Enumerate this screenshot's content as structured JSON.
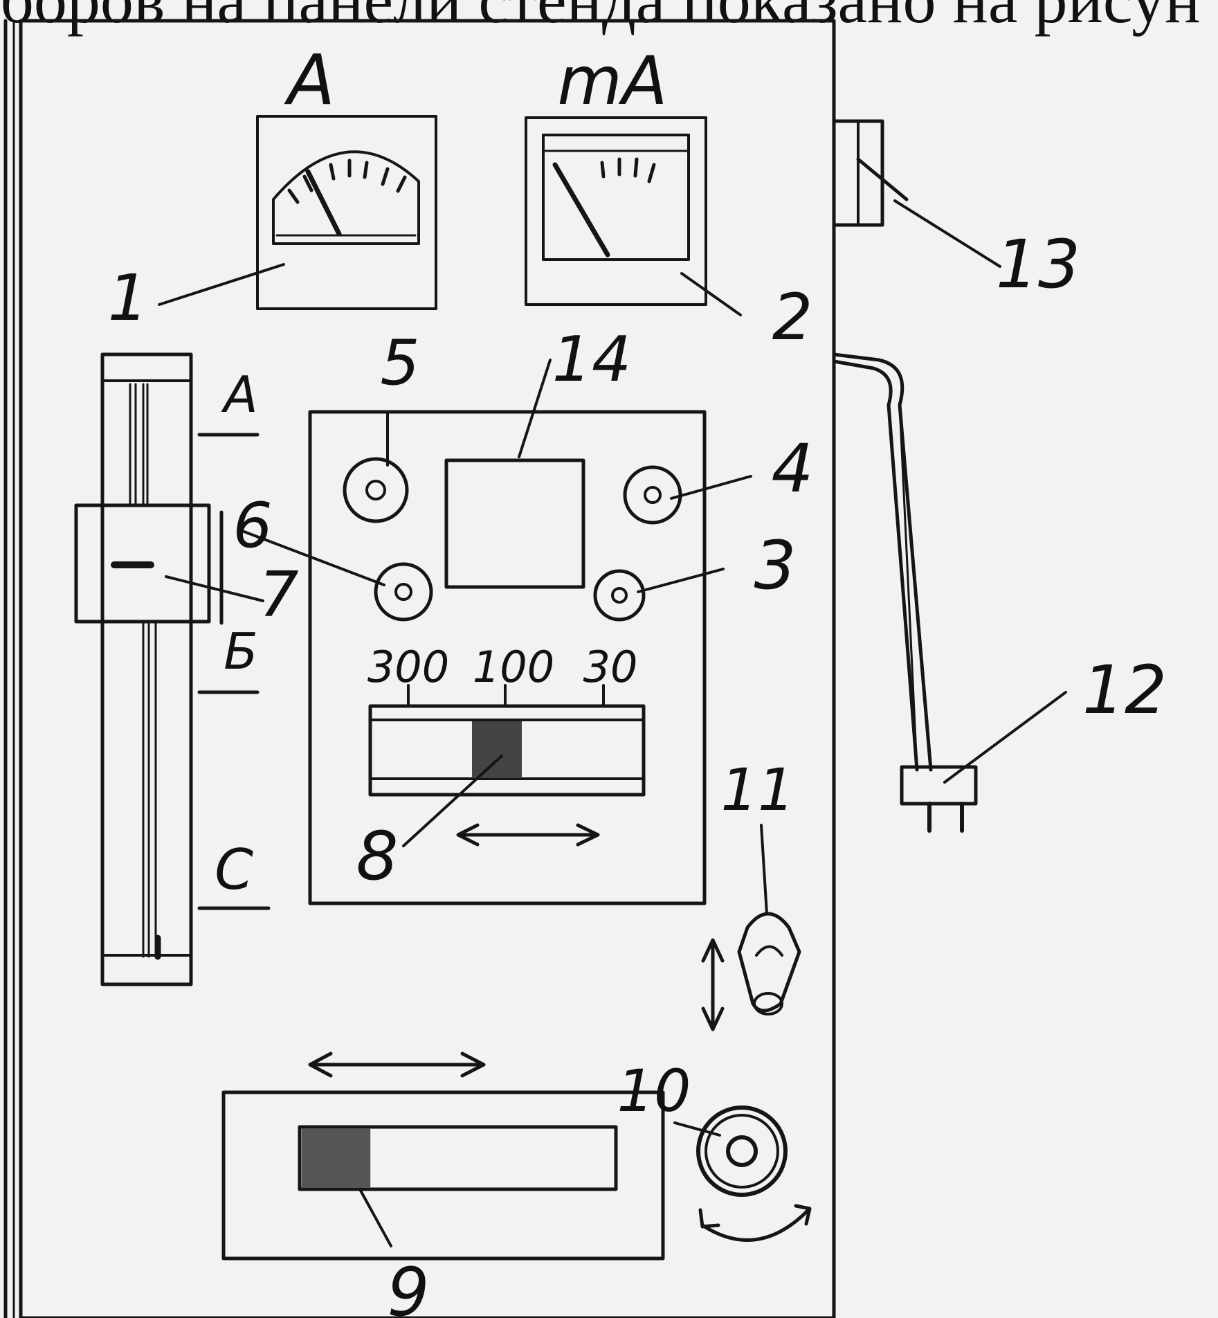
{
  "caption": "боров на панели стенда показано на рисун",
  "meter_units": {
    "ammeter": "А",
    "milliammeter": "mA"
  },
  "slide_positions": {
    "a": "А",
    "b": "Б",
    "c": "С"
  },
  "range_labels": [
    "300",
    "100",
    "30"
  ],
  "callouts": {
    "c1": "1",
    "c2": "2",
    "c3": "3",
    "c4": "4",
    "c5": "5",
    "c6": "6",
    "c7": "7",
    "c8": "8",
    "c9": "9",
    "c10": "10",
    "c11": "11",
    "c12": "12",
    "c13": "13",
    "c14": "14"
  },
  "slider_fill": {
    "range_switch": 0.45,
    "bottom_slider": 0.22
  }
}
